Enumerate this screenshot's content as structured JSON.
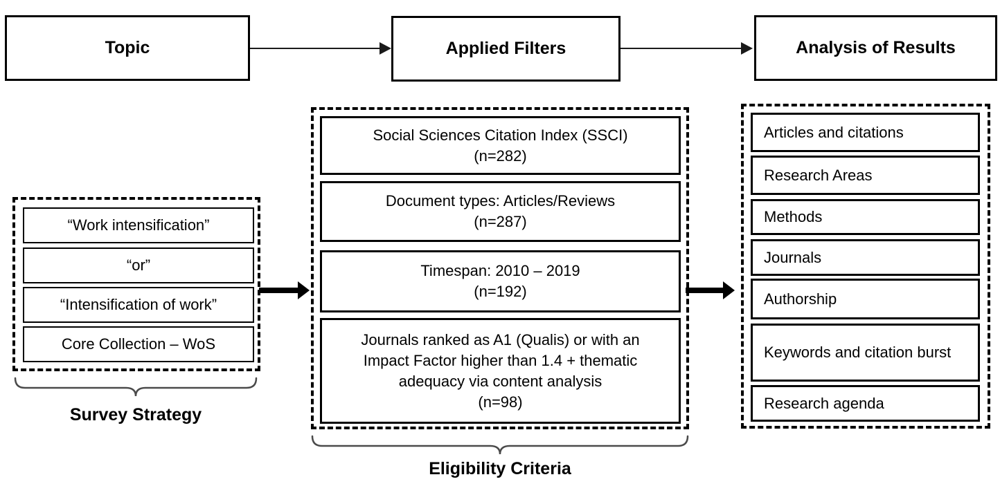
{
  "flow": {
    "topic": "Topic",
    "applied_filters": "Applied Filters",
    "analysis_of_results": "Analysis of Results"
  },
  "survey_strategy": {
    "caption": "Survey Strategy",
    "terms": [
      "“Work intensification”",
      "“or”",
      "“Intensification of work”",
      "Core Collection – WoS"
    ]
  },
  "eligibility_criteria": {
    "caption": "Eligibility Criteria",
    "filters": [
      "Social Sciences Citation Index (SSCI)\n(n=282)",
      "Document types: Articles/Reviews\n(n=287)",
      "Timespan: 2010 – 2019\n(n=192)",
      "Journals ranked as A1 (Qualis) or with an\nImpact Factor higher than 1.4 + thematic\nadequacy via content analysis\n(n=98)"
    ]
  },
  "analysis_items": [
    "Articles and citations",
    "Research Areas",
    "Methods",
    "Journals",
    "Authorship",
    "Keywords and citation burst",
    "Research agenda"
  ],
  "colors": {
    "ink": "#000000",
    "brace": "#4a4a4a",
    "background": "#ffffff"
  }
}
